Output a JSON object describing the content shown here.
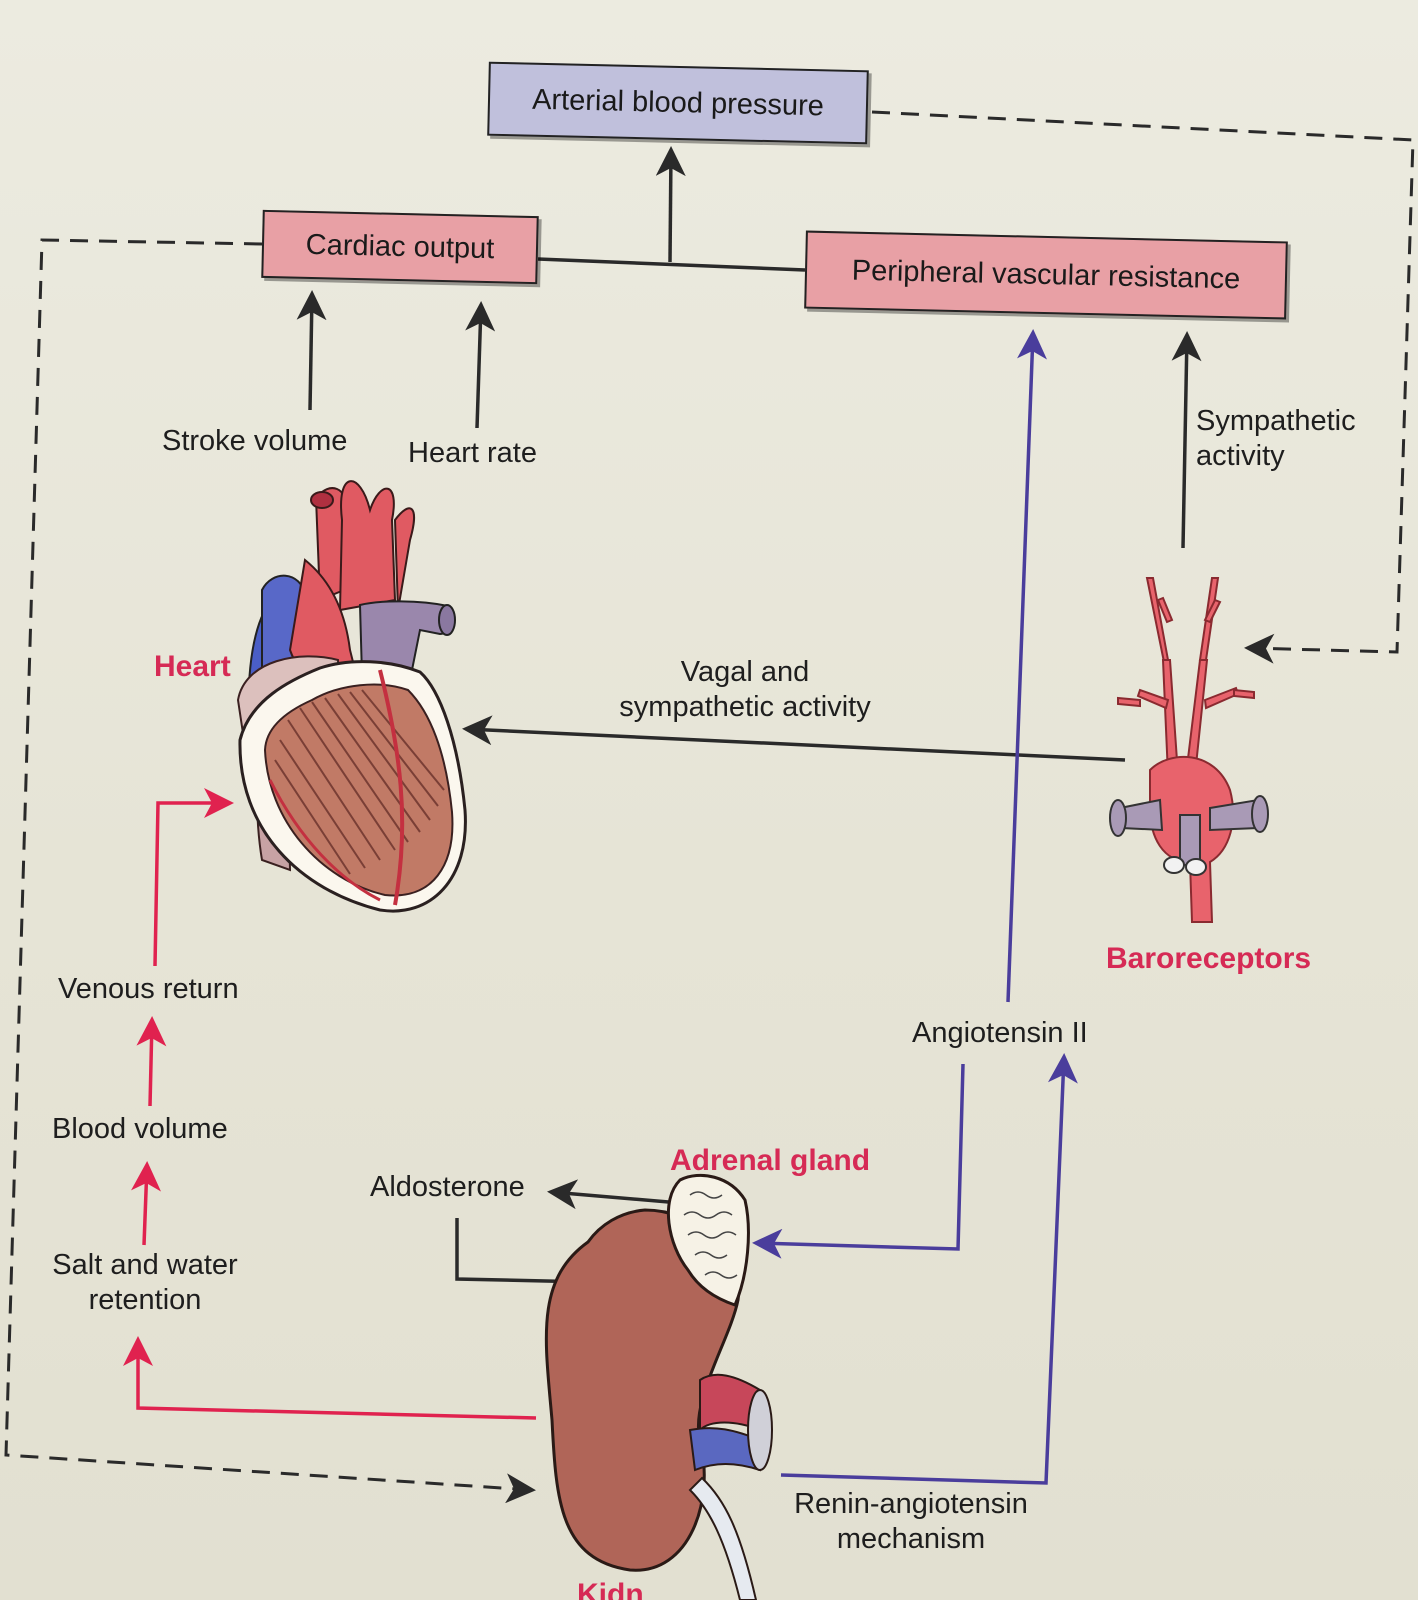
{
  "boxes": {
    "arterial_bp": "Arterial blood pressure",
    "cardiac_output": "Cardiac output",
    "peripheral_resistance": "Peripheral vascular resistance"
  },
  "labels": {
    "stroke_volume": "Stroke volume",
    "heart_rate": "Heart rate",
    "sympathetic_activity": [
      "Sympathetic",
      "activity"
    ],
    "vagal_sympathetic": [
      "Vagal and",
      "sympathetic activity"
    ],
    "venous_return": "Venous return",
    "blood_volume": "Blood volume",
    "salt_water": [
      "Salt and water",
      "retention"
    ],
    "aldosterone": "Aldosterone",
    "angiotensin_ii": "Angiotensin II",
    "renin": [
      "Renin-angiotensin",
      "mechanism"
    ]
  },
  "organs": {
    "heart": "Heart",
    "baroreceptors": "Baroreceptors",
    "adrenal_gland": "Adrenal gland",
    "kidney": "Kidn"
  },
  "colors": {
    "arrow_black": "#2a2a2a",
    "arrow_red": "#e0224f",
    "arrow_blue": "#4a3d9c",
    "organ_label": "#d62a55",
    "box_blue": "#c0c0dc",
    "box_pink": "#e8a0a5"
  }
}
